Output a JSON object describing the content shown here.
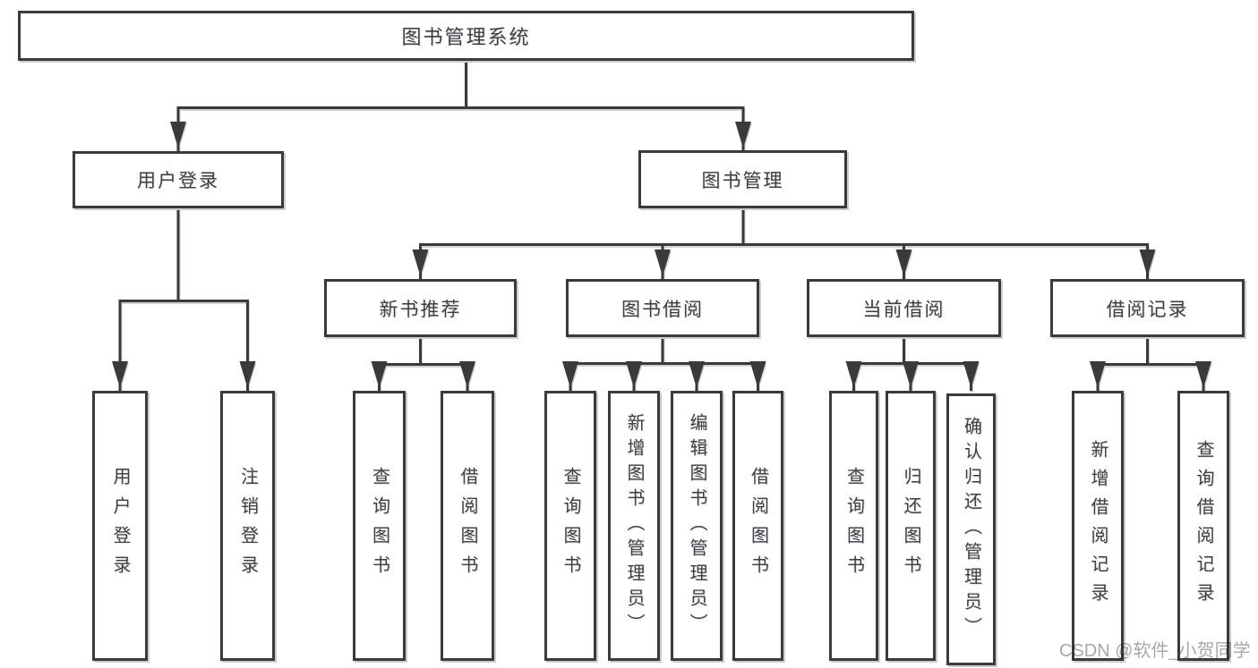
{
  "tree": {
    "root": {
      "label": "图书管理系统"
    },
    "login": {
      "label": "用户登录",
      "children": [
        {
          "label": "用户登录"
        },
        {
          "label": "注销登录"
        }
      ]
    },
    "manage": {
      "label": "图书管理",
      "modules": [
        {
          "label": "新书推荐",
          "children": [
            {
              "label": "查询图书"
            },
            {
              "label": "借阅图书"
            }
          ]
        },
        {
          "label": "图书借阅",
          "children": [
            {
              "label": "查询图书"
            },
            {
              "label": "新增图书（管理员）"
            },
            {
              "label": "编辑图书（管理员）"
            },
            {
              "label": "借阅图书"
            }
          ]
        },
        {
          "label": "当前借阅",
          "children": [
            {
              "label": "查询图书"
            },
            {
              "label": "归还图书"
            },
            {
              "label": "确认归还（管理员）"
            }
          ]
        },
        {
          "label": "借阅记录",
          "children": [
            {
              "label": "新增借阅记录"
            },
            {
              "label": "查询借阅记录"
            }
          ]
        }
      ]
    }
  },
  "watermark": "CSDN @软件_小贺同学",
  "colors": {
    "line": "#3a3a3a",
    "text": "#3f3f3f",
    "watermark": "#a8a8a8",
    "background": "#ffffff"
  }
}
